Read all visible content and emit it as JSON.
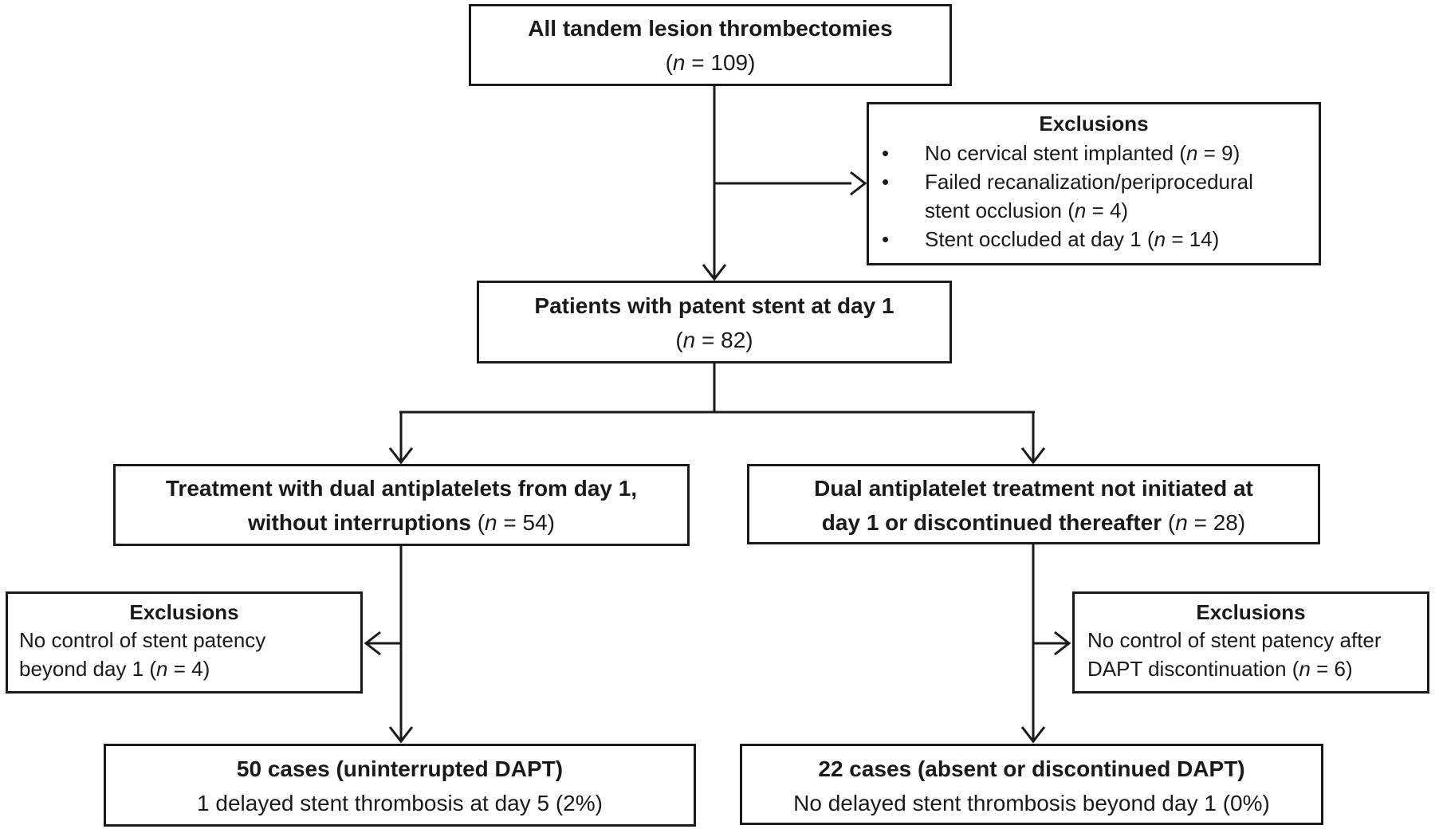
{
  "figure": {
    "type": "flowchart",
    "description": "Patient flow diagram of tandem lesion thrombectomies and delayed stent thrombosis by DAPT status"
  },
  "colors": {
    "ink": "#1a1a1a",
    "background": "#ffffff"
  },
  "glyphs": {
    "bullet": "•"
  },
  "boxes": {
    "root": {
      "line1": [
        {
          "t": "All tandem lesion thrombectomies",
          "b": true
        }
      ],
      "line2": [
        {
          "t": "("
        },
        {
          "t": "n",
          "i": true
        },
        {
          "t": " = 109)"
        }
      ]
    },
    "exclusions_top": {
      "title": "Exclusions",
      "items": [
        [
          {
            "t": "No cervical stent implanted ("
          },
          {
            "t": "n",
            "i": true
          },
          {
            "t": " = 9)"
          }
        ],
        [
          {
            "t": "Failed recanalization/periprocedural"
          },
          {
            "br": true
          },
          {
            "t": "stent occlusion ("
          },
          {
            "t": "n",
            "i": true
          },
          {
            "t": " = 4)"
          }
        ],
        [
          {
            "t": "Stent occluded at day 1 ("
          },
          {
            "t": "n",
            "i": true
          },
          {
            "t": " = 14)"
          }
        ]
      ]
    },
    "patent": {
      "line1": [
        {
          "t": "Patients with patent stent at day 1",
          "b": true
        }
      ],
      "line2": [
        {
          "t": "("
        },
        {
          "t": "n",
          "i": true
        },
        {
          "t": " = 82)"
        }
      ]
    },
    "branch_left": {
      "line1": [
        {
          "t": "Treatment with dual antiplatelets from day 1,",
          "b": true
        }
      ],
      "line2": [
        {
          "t": "without interruptions ",
          "b": true
        },
        {
          "t": "("
        },
        {
          "t": "n",
          "i": true
        },
        {
          "t": " = 54)"
        }
      ]
    },
    "branch_right": {
      "line1": [
        {
          "t": "Dual antiplatelet treatment not initiated at",
          "b": true
        }
      ],
      "line2": [
        {
          "t": "day 1 or discontinued thereafter ",
          "b": true
        },
        {
          "t": "("
        },
        {
          "t": "n",
          "i": true
        },
        {
          "t": " = 28)"
        }
      ]
    },
    "exclusions_left": {
      "title": "Exclusions",
      "body": [
        {
          "t": "No control of stent patency"
        },
        {
          "br": true
        },
        {
          "t": "beyond day 1 ("
        },
        {
          "t": "n",
          "i": true
        },
        {
          "t": " = 4)"
        }
      ]
    },
    "exclusions_right": {
      "title": "Exclusions",
      "body": [
        {
          "t": "No control of stent patency after"
        },
        {
          "br": true
        },
        {
          "t": "DAPT discontinuation ("
        },
        {
          "t": "n",
          "i": true
        },
        {
          "t": " = 6)"
        }
      ]
    },
    "final_left": {
      "line1": [
        {
          "t": "50 cases (uninterrupted DAPT)",
          "b": true
        }
      ],
      "line2": [
        {
          "t": "1 delayed stent thrombosis at day 5 (2%)"
        }
      ]
    },
    "final_right": {
      "line1": [
        {
          "t": "22 cases (absent or discontinued DAPT)",
          "b": true
        }
      ],
      "line2": [
        {
          "t": "No delayed stent thrombosis beyond day 1 (0%)"
        }
      ]
    }
  }
}
